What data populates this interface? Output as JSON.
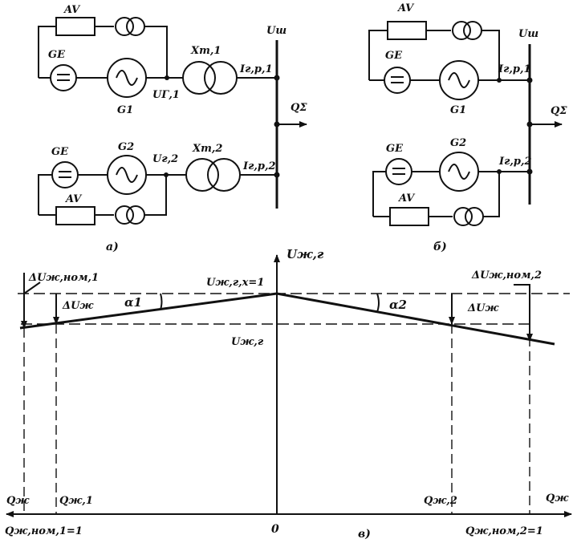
{
  "scheme_a": {
    "av_top": "AV",
    "ge_top": "GE",
    "g1": "G1",
    "u_g1": "UГ,1",
    "x_t1": "Xт,1",
    "i_gp1": "Iг,р,1",
    "u_sh": "Uш",
    "q_sum": "QΣ",
    "ge_bot": "GE",
    "g2": "G2",
    "u_g2": "Uг,2",
    "x_t2": "Xт,2",
    "i_gp2": "Iг,р,2",
    "av_bot": "AV",
    "caption": "а)"
  },
  "scheme_b": {
    "av_top": "AV",
    "ge_top": "GE",
    "g1": "G1",
    "i_gp1": "Iг,р,1",
    "u_sh": "Uш",
    "q_sum": "QΣ",
    "ge_bot": "GE",
    "g2": "G2",
    "i_gp2": "Iг,р,2",
    "av_bot": "AV",
    "caption": "б)"
  },
  "chart": {
    "y_axis": "Uж,г",
    "du_nom1": "ΔUж,ном,1",
    "du_left": "ΔUж",
    "alpha1": "α1",
    "u_gx": "Uж,г,х=1",
    "u_g": "Uж,г",
    "alpha2": "α2",
    "du_nom2": "ΔUж,ном,2",
    "du_right": "ΔUж",
    "q_left": "Qж",
    "q1": "Qж,1",
    "q2": "Qж,2",
    "q_right": "Qж",
    "q_nom1": "Qж,ном,1=1",
    "origin": "0",
    "q_nom2": "Qж,ном,2=1",
    "caption": "в)"
  }
}
